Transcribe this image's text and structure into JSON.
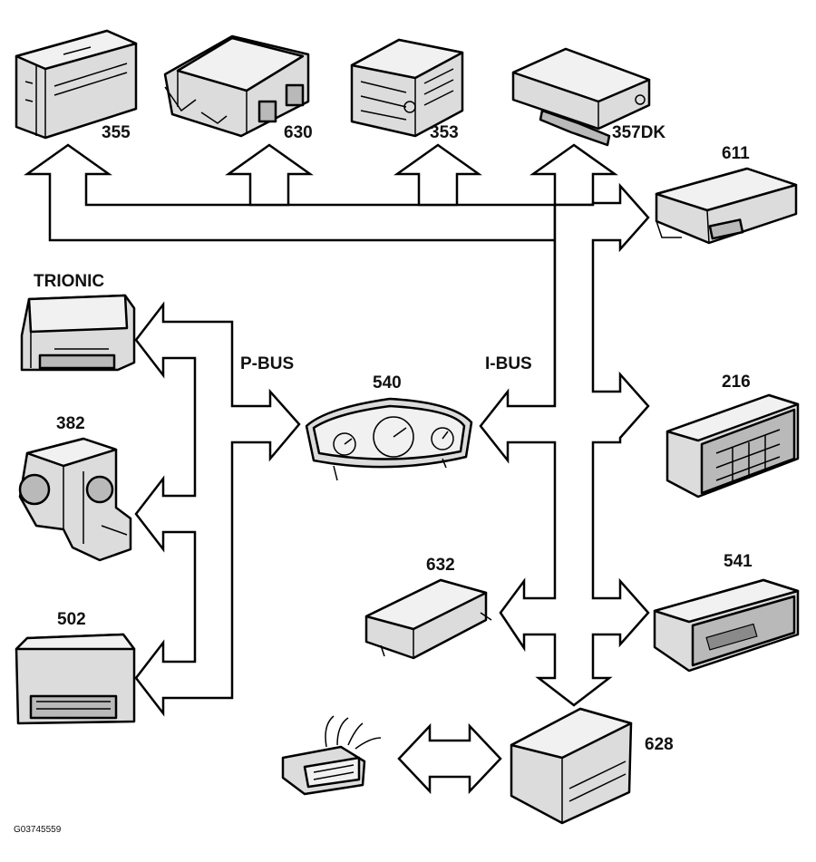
{
  "labels": {
    "m355": "355",
    "m630": "630",
    "m353": "353",
    "m357": "357",
    "m357suffix": "DK",
    "m611": "611",
    "trionic": "TRIONIC",
    "m382": "382",
    "m502": "502",
    "pbus": "P-BUS",
    "m540": "540",
    "ibus": "I-BUS",
    "m216": "216",
    "m632": "632",
    "m541": "541",
    "m628": "628"
  },
  "figure_ref": "G03745559",
  "colors": {
    "line": "#000000",
    "module_fill": "#dcdcdc",
    "background": "#ffffff"
  }
}
